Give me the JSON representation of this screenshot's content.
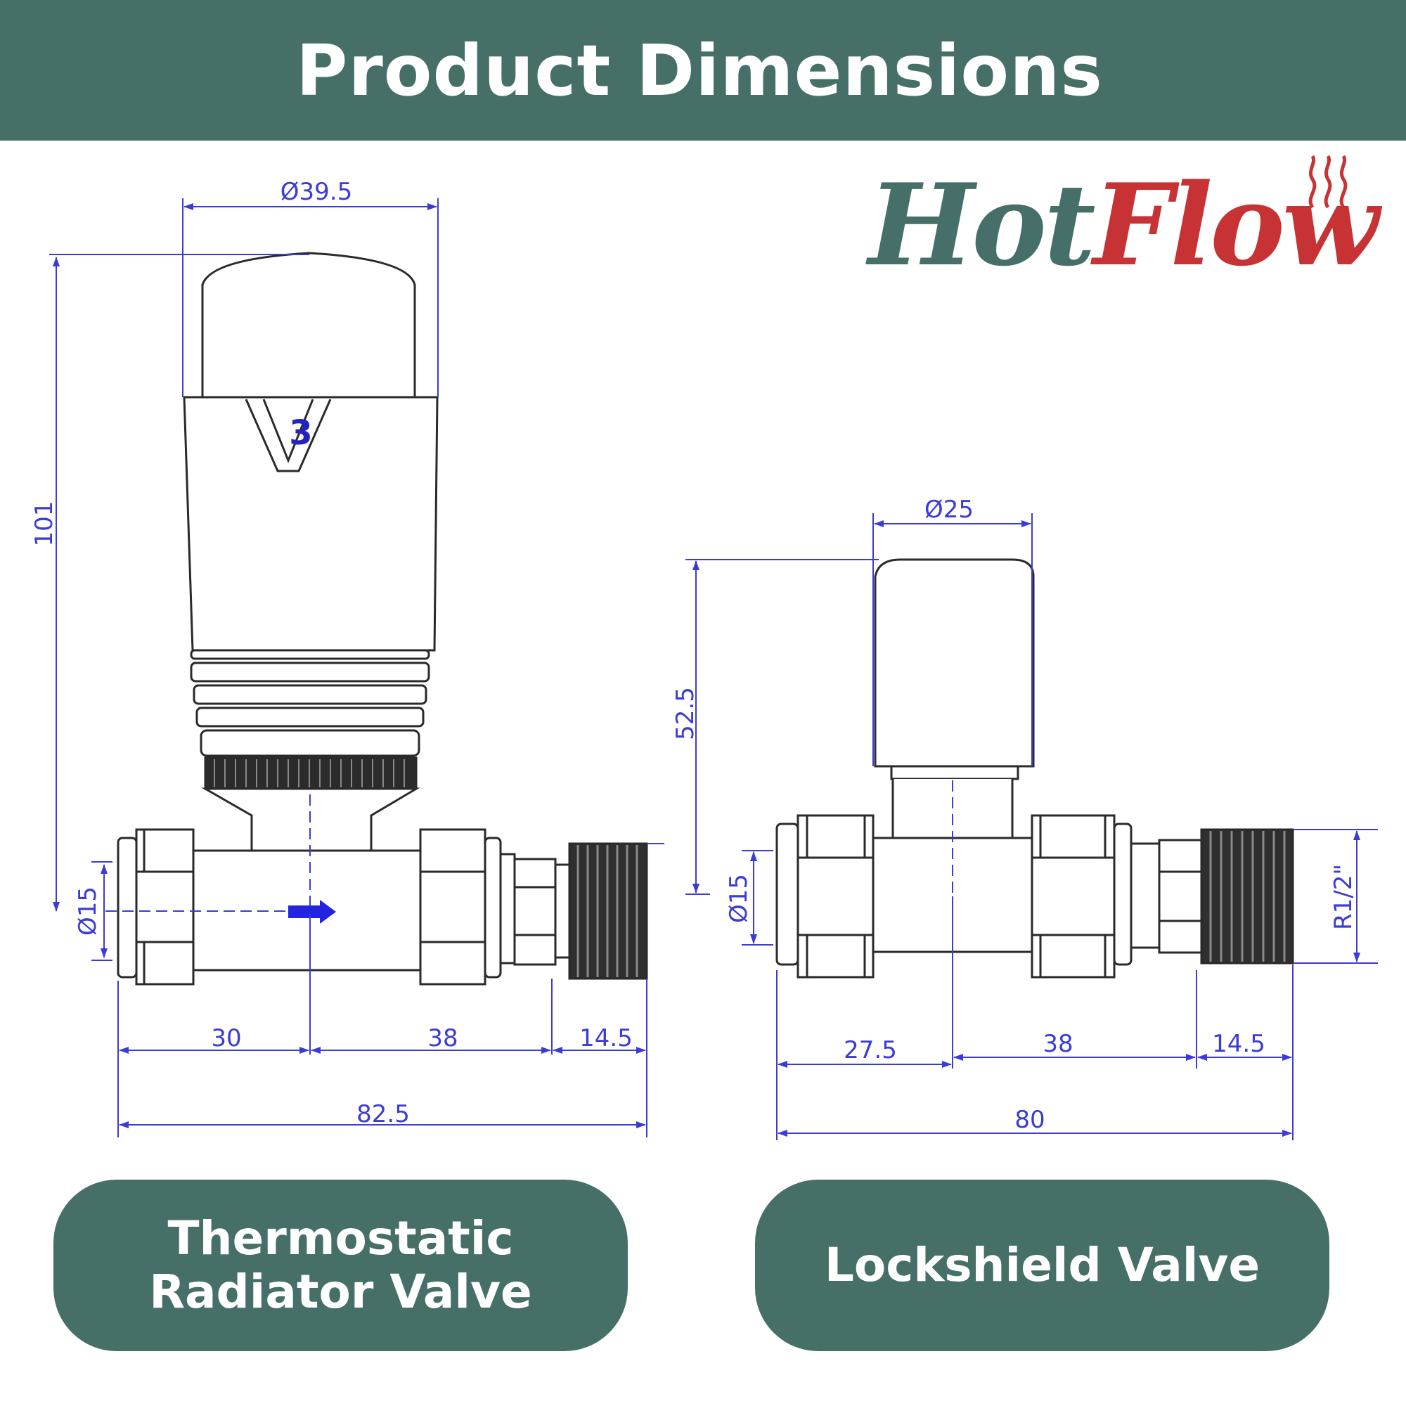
{
  "header": {
    "title": "Product Dimensions"
  },
  "logo": {
    "part1": "Hot",
    "part2": "Flow",
    "colors": {
      "hot": "#456f68",
      "flow": "#c73334"
    }
  },
  "trv": {
    "dial_number": "3",
    "dims": {
      "diameter_top": "Ø39.5",
      "height": "101",
      "pipe_diameter": "Ø15",
      "left": "30",
      "middle": "38",
      "right": "14.5",
      "overall": "82.5"
    }
  },
  "lockshield": {
    "dims": {
      "diameter_top": "Ø25",
      "height": "52.5",
      "pipe_diameter": "Ø15",
      "thread": "R1/2\"",
      "left": "27.5",
      "middle": "38",
      "right": "14.5",
      "overall": "80"
    }
  },
  "labels": {
    "trv_line1": "Thermostatic",
    "trv_line2": "Radiator Valve",
    "lockshield": "Lockshield Valve"
  },
  "colors": {
    "accent": "#466f68",
    "dimension": "#3b3bd6"
  }
}
